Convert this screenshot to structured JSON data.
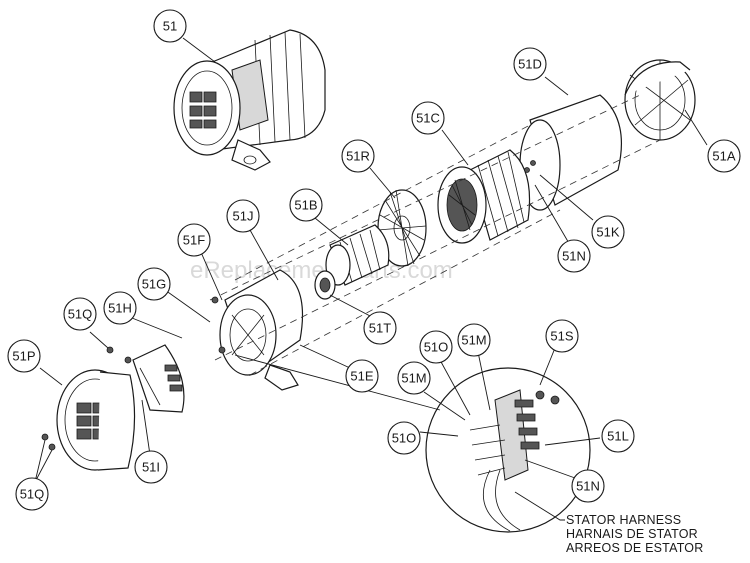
{
  "watermark": "eReplacementParts.com",
  "callouts": {
    "p51": "51",
    "p51D": "51D",
    "p51A": "51A",
    "p51C": "51C",
    "p51R": "51R",
    "p51K": "51K",
    "p51B": "51B",
    "p51N_top": "51N",
    "p51J": "51J",
    "p51F": "51F",
    "p51G": "51G",
    "p51T": "51T",
    "p51H": "51H",
    "p51Q_top": "51Q",
    "p51E": "51E",
    "p51O_top": "51O",
    "p51M_top": "51M",
    "p51S": "51S",
    "p51P": "51P",
    "p51M_low": "51M",
    "p51O_low": "51O",
    "p51L": "51L",
    "p51I": "51I",
    "p51N_low": "51N",
    "p51Q_low": "51Q"
  },
  "harness_label": {
    "line1": "STATOR HARNESS",
    "line2": "HARNAIS DE STATOR",
    "line3": "ARREOS DE ESTATOR"
  }
}
